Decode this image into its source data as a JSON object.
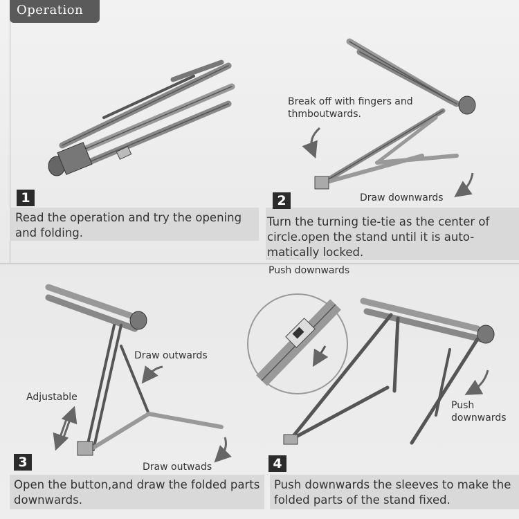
{
  "header": {
    "title": "Operation"
  },
  "steps": [
    {
      "number": "1",
      "text": "Read the operation and try the opening and folding."
    },
    {
      "number": "2",
      "text": "Turn the turning tie-tie as the center of circle.open the stand until it is auto-matically locked."
    },
    {
      "number": "3",
      "text": "Open the  button,and draw the folded parts downwards."
    },
    {
      "number": "4",
      "text": "Push downwards the sleeves to make the folded parts of the stand fixed."
    }
  ],
  "labels": {
    "break_off": "Break off with fingers and thmboutwards.",
    "draw_downwards": "Draw downwards",
    "draw_outwards_1": "Draw outwards",
    "adjustable": "Adjustable",
    "draw_outwards_2": "Draw outwads",
    "push_downwards_1": "Push downwards",
    "push_downwards_2": "Push downwards"
  }
}
